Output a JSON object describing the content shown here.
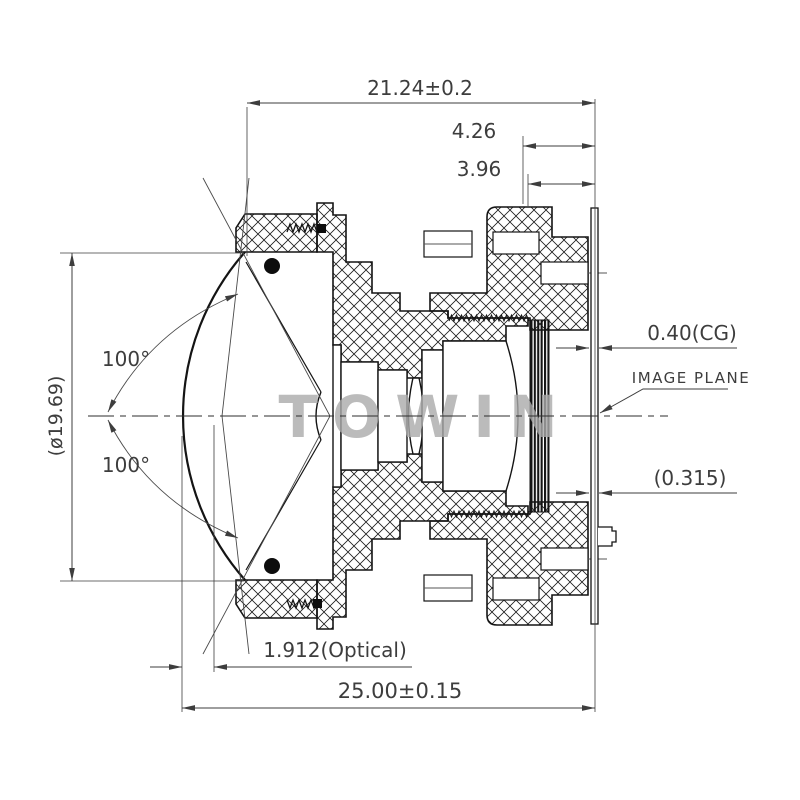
{
  "drawing": {
    "watermark": "TOWIN",
    "dims": {
      "overall_top": "21.24±0.2",
      "seg_a": "4.26",
      "seg_b": "3.96",
      "cover_glass": "0.40(CG)",
      "image_plane": "IMAGE PLANE",
      "back_focus": "(0.315)",
      "diameter": "(ø19.69)",
      "fov_upper": "100°",
      "fov_lower": "100°",
      "optical": "1.912(Optical)",
      "overall_bottom": "25.00±0.15"
    }
  }
}
